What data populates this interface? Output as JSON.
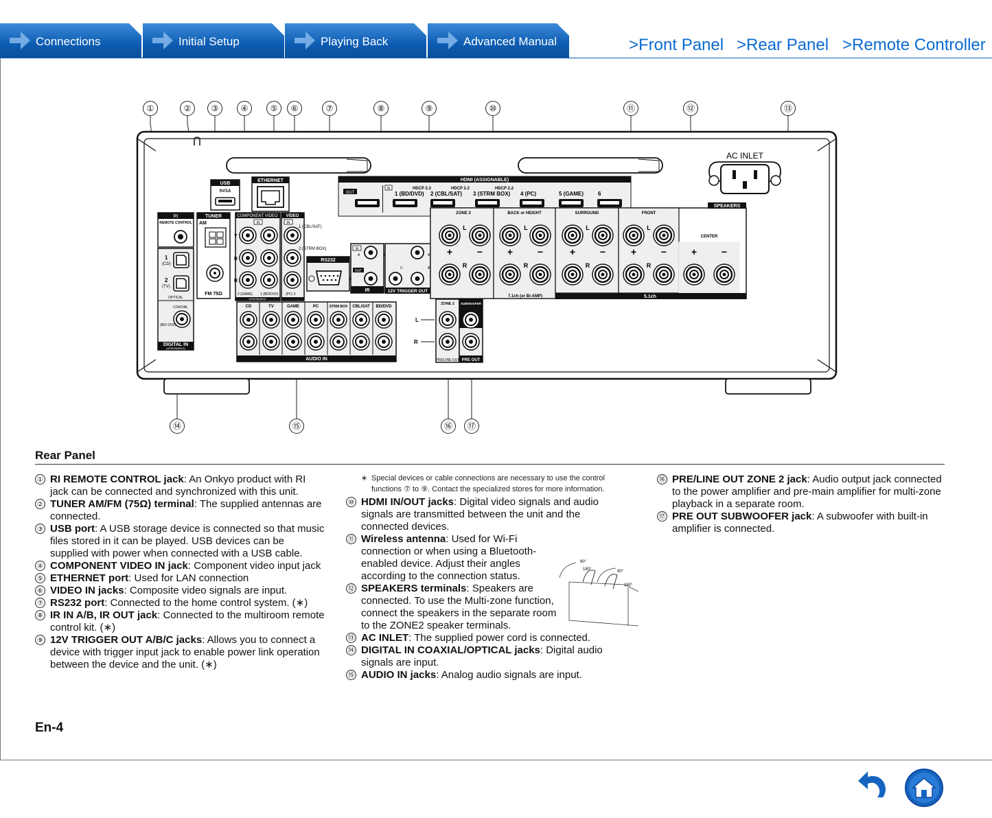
{
  "nav": {
    "tabs": [
      {
        "label": "Connections"
      },
      {
        "label": "Initial Setup"
      },
      {
        "label": "Playing Back"
      },
      {
        "label": "Advanced Manual"
      }
    ],
    "links": [
      {
        "label": ">Front Panel"
      },
      {
        "label": ">Rear Panel"
      },
      {
        "label": ">Remote Controller"
      }
    ]
  },
  "diagram": {
    "callouts": [
      "①",
      "②",
      "③",
      "④",
      "⑤",
      "⑥",
      "⑦",
      "⑧",
      "⑨",
      "⑩",
      "⑪",
      "⑫",
      "⑬",
      "⑭",
      "⑮",
      "⑯",
      "⑰"
    ],
    "labels": {
      "ri": "RI",
      "remote_control": "REMOTE CONTROL",
      "tuner": "TUNER",
      "am": "AM",
      "fm": "FM 75Ω",
      "usb": "USB",
      "usb_rating": "5V/1A",
      "ethernet": "ETHERNET",
      "component_video": "COMPONENT VIDEO",
      "video": "VIDEO",
      "in": "IN",
      "out": "OUT",
      "y": "Y",
      "b": "B",
      "r": "R",
      "game2": "2 (GAME)",
      "bddvd1": "1 (BD/DVD)",
      "assignable": "ASSIGNABLE",
      "cblsat1": "1 (CBL/SAT)",
      "strmbox2": "2 (STRM BOX)",
      "pc3": "(PC) 3",
      "rs232": "RS232",
      "ir": "IR",
      "ir_a": "A",
      "ir_b": "B",
      "trigger": "12V TRIGGER OUT",
      "trig_a": "A",
      "trig_b": "B",
      "trig_c": "C",
      "hdmi": "HDMI (ASSIGNABLE)",
      "hdcp": "HDCP 2.2",
      "hdmi_in": [
        "1 (BD/DVD)",
        "2 (CBL/SAT)",
        "3 (STRM BOX)",
        "4 (PC)",
        "5 (GAME)",
        "6"
      ],
      "zone2": "ZONE 2",
      "back_height": "BACK or HEIGHT",
      "surround": "SURROUND",
      "front": "FRONT",
      "center": "CENTER",
      "speakers": "SPEAKERS",
      "ch71": "7.1ch (or Bi-AMP)",
      "ch51": "5.1ch",
      "plus": "+",
      "minus": "−",
      "l": "L",
      "ac_inlet": "AC INLET",
      "ch1": "1",
      "cd": "(CD)",
      "ch2": "2",
      "tv": "(TV)",
      "optical": "OPTICAL",
      "coaxial": "COAXIAL",
      "bd_dvd": "(BD/ DVD)",
      "digital_in": "DIGITAL IN",
      "digital_in_sub": "(ASSIGNABLE)",
      "audio_in_cols": [
        "CD",
        "TV",
        "GAME",
        "PC",
        "STRM BOX",
        "CBL/SAT",
        "BD/DVD"
      ],
      "audio_in": "AUDIO IN",
      "zone2_pre": "ZONE 2",
      "subwoofer": "SUBWOOFER",
      "pre_line_out": "PRE/LINE OUT",
      "pre_out": "PRE OUT"
    }
  },
  "section": {
    "title": "Rear Panel",
    "page": "En-4"
  },
  "items_col1": [
    {
      "num": "①",
      "bold": "RI REMOTE CONTROL jack",
      "text": ": An Onkyo product with RI jack can be connected and synchronized with this unit."
    },
    {
      "num": "②",
      "bold": "TUNER AM/FM (75Ω) terminal",
      "text": ": The supplied antennas are connected."
    },
    {
      "num": "③",
      "bold": "USB port",
      "text": ": A USB storage device is connected so that music files stored in it can be played. USB devices can be supplied with power when connected with a USB cable."
    },
    {
      "num": "④",
      "bold": "COMPONENT VIDEO IN jack",
      "text": ": Component video input jack"
    },
    {
      "num": "⑤",
      "bold": "ETHERNET port",
      "text": ": Used for LAN connection"
    },
    {
      "num": "⑥",
      "bold": "VIDEO IN jacks",
      "text": ": Composite video signals are input."
    },
    {
      "num": "⑦",
      "bold": "RS232 port",
      "text": ": Connected to the home control system. (∗)"
    },
    {
      "num": "⑧",
      "bold": "IR IN A/B, IR OUT jack",
      "text": ": Connected to the multiroom remote control kit. (∗)"
    },
    {
      "num": "⑨",
      "bold": "12V TRIGGER OUT A/B/C jacks",
      "text": ": Allows you to connect a device with trigger input jack to enable power link operation between the device and the unit. (∗)"
    }
  ],
  "note": {
    "mark": "∗",
    "text": "Special devices or cable connections are necessary to use the control functions ⑦ to ⑨. Contact the specialized stores for more information."
  },
  "items_col2": [
    {
      "num": "⑩",
      "bold": "HDMI IN/OUT jacks",
      "text": ": Digital video signals and audio signals are transmitted between the unit and the connected devices."
    },
    {
      "num": "⑪",
      "bold": "Wireless antenna",
      "text": ": Used for Wi-Fi connection or when using a Bluetooth-enabled device. Adjust their angles according to the connection status."
    },
    {
      "num": "⑫",
      "bold": "SPEAKERS terminals",
      "text": ": Speakers are connected. To use the Multi-zone function, connect the speakers in the separate room to the ZONE2 speaker terminals."
    },
    {
      "num": "⑬",
      "bold": "AC INLET",
      "text": ": The supplied power cord is connected."
    },
    {
      "num": "⑭",
      "bold": "DIGITAL IN COAXIAL/OPTICAL jacks",
      "text": ": Digital audio signals are input."
    },
    {
      "num": "⑮",
      "bold": "AUDIO IN jacks",
      "text": ": Analog audio signals are input."
    }
  ],
  "antenna_fig": {
    "a90": "90°",
    "a180": "180°"
  },
  "items_col3": [
    {
      "num": "⑯",
      "bold": "PRE/LINE OUT ZONE 2 jack",
      "text": ": Audio output jack connected to the power amplifier and pre-main amplifier for multi-zone playback in a separate room."
    },
    {
      "num": "⑰",
      "bold": "PRE OUT SUBWOOFER jack",
      "text": ": A subwoofer with built-in amplifier is connected."
    }
  ]
}
